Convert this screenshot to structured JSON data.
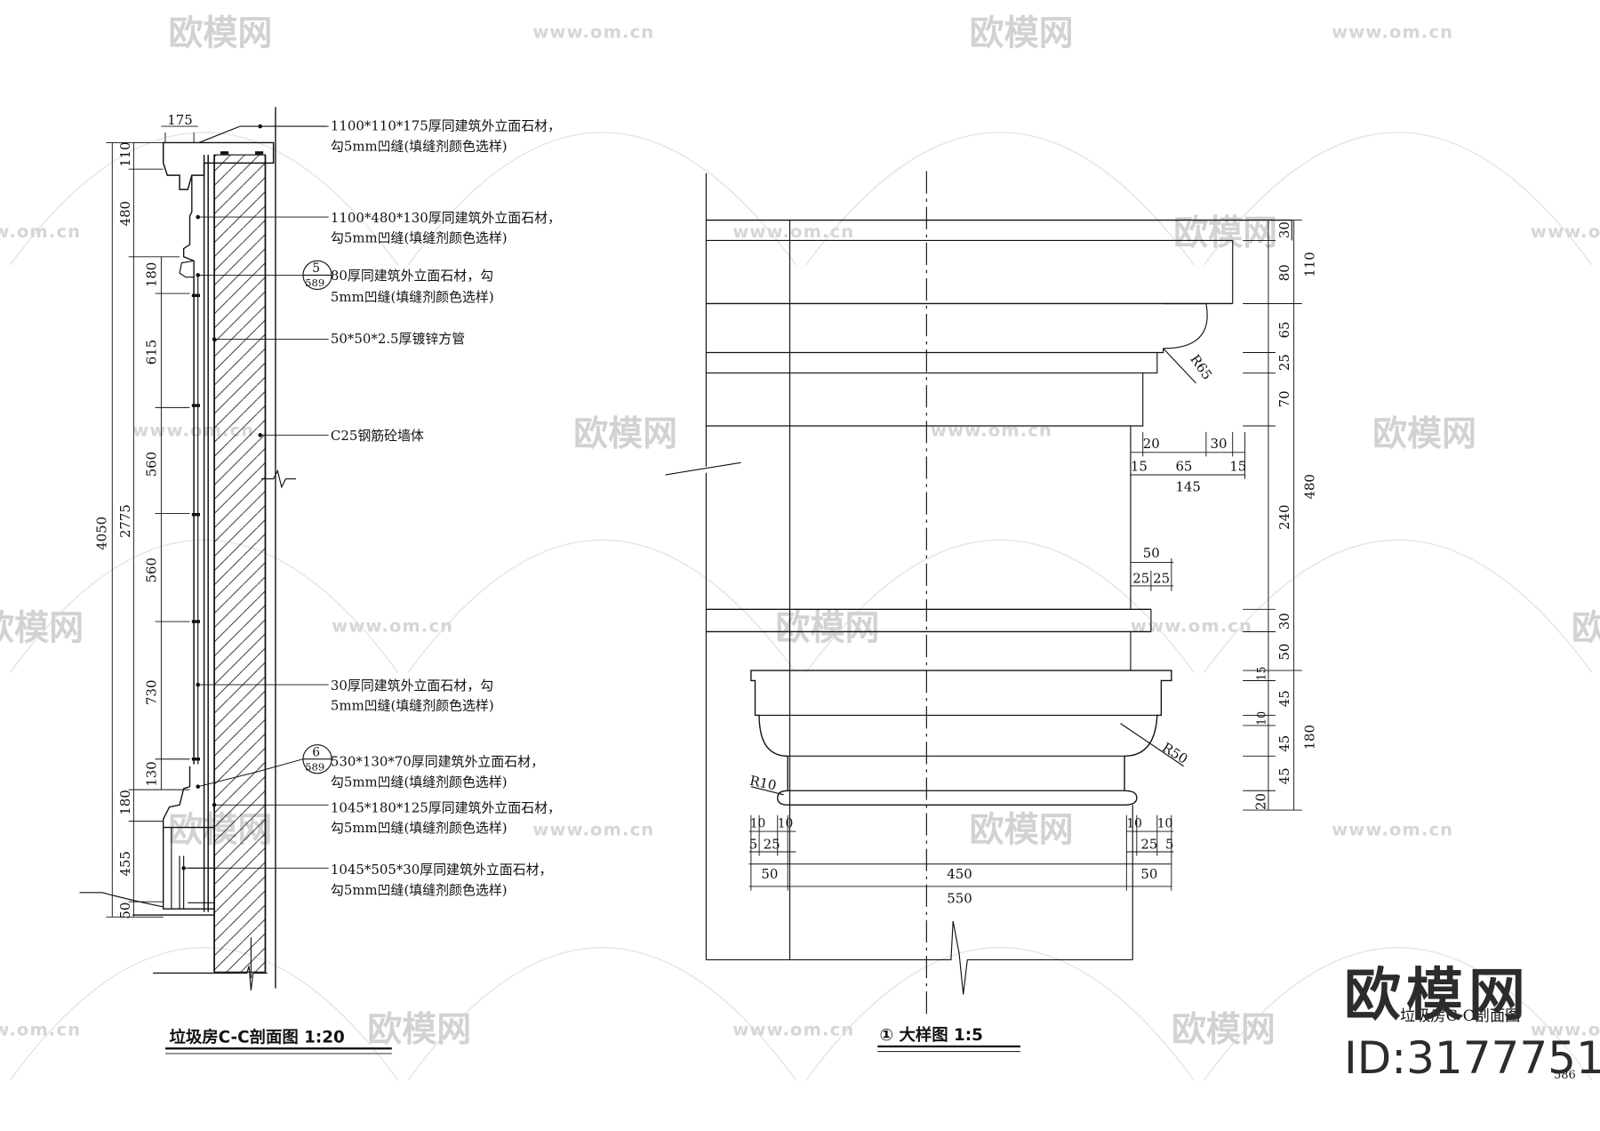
{
  "section_drawing": {
    "title": "垃圾房C-C剖面图 1:20",
    "dims_left_outer": [
      "4050"
    ],
    "dims_left_mid": [
      "110",
      "480",
      "2775",
      "180",
      "455",
      "50"
    ],
    "dims_left_inner": [
      "180",
      "615",
      "560",
      "560",
      "730",
      "130"
    ],
    "dim_top": "175",
    "callout_marks": [
      {
        "num": "5",
        "ref": "589"
      },
      {
        "num": "6",
        "ref": "589"
      }
    ],
    "notes": [
      {
        "line1": "1100*110*175厚同建筑外立面石材，",
        "line2": "勾5mm凹缝(填缝剂颜色选样)"
      },
      {
        "line1": "1100*480*130厚同建筑外立面石材，",
        "line2": "勾5mm凹缝(填缝剂颜色选样)"
      },
      {
        "line1": "80厚同建筑外立面石材，勾",
        "line2": "5mm凹缝(填缝剂颜色选样)"
      },
      {
        "line1": "50*50*2.5厚镀锌方管",
        "line2": ""
      },
      {
        "line1": "C25钢筋砼墙体",
        "line2": ""
      },
      {
        "line1": "30厚同建筑外立面石材，勾",
        "line2": "5mm凹缝(填缝剂颜色选样)"
      },
      {
        "line1": "530*130*70厚同建筑外立面石材，",
        "line2": "勾5mm凹缝(填缝剂颜色选样)"
      },
      {
        "line1": "1045*180*125厚同建筑外立面石材，",
        "line2": "勾5mm凹缝(填缝剂颜色选样)"
      },
      {
        "line1": "1045*505*30厚同建筑外立面石材，",
        "line2": "勾5mm凹缝(填缝剂颜色选样)"
      }
    ]
  },
  "detail_drawing": {
    "title": "① 大样图 1:5",
    "dims_right_inner": [
      "30",
      "80",
      "65",
      "25",
      "70",
      "240",
      "30",
      "50",
      "15",
      "45",
      "10",
      "45",
      "45",
      "20"
    ],
    "dims_right_outer": [
      "110",
      "480",
      "180"
    ],
    "radius_labels": [
      "R65",
      "R50",
      "R10"
    ],
    "dims_upper_horizontal": [
      "20",
      "30",
      "15",
      "65",
      "15",
      "145"
    ],
    "dims_mid_horizontal": [
      "50",
      "25",
      "25"
    ],
    "dims_bottom_left": [
      "10",
      "10",
      "5",
      "25"
    ],
    "dims_bottom_right": [
      "10",
      "10",
      "25",
      "5"
    ],
    "dims_bottom_row": [
      "50",
      "450",
      "50"
    ],
    "dim_total": "550"
  },
  "watermark": {
    "logo_text": "欧模网",
    "url_text": "www.om.cn",
    "id_text": "ID:3177751",
    "sheet_label": "垃圾房C-C剖面图",
    "page_number": "586"
  }
}
